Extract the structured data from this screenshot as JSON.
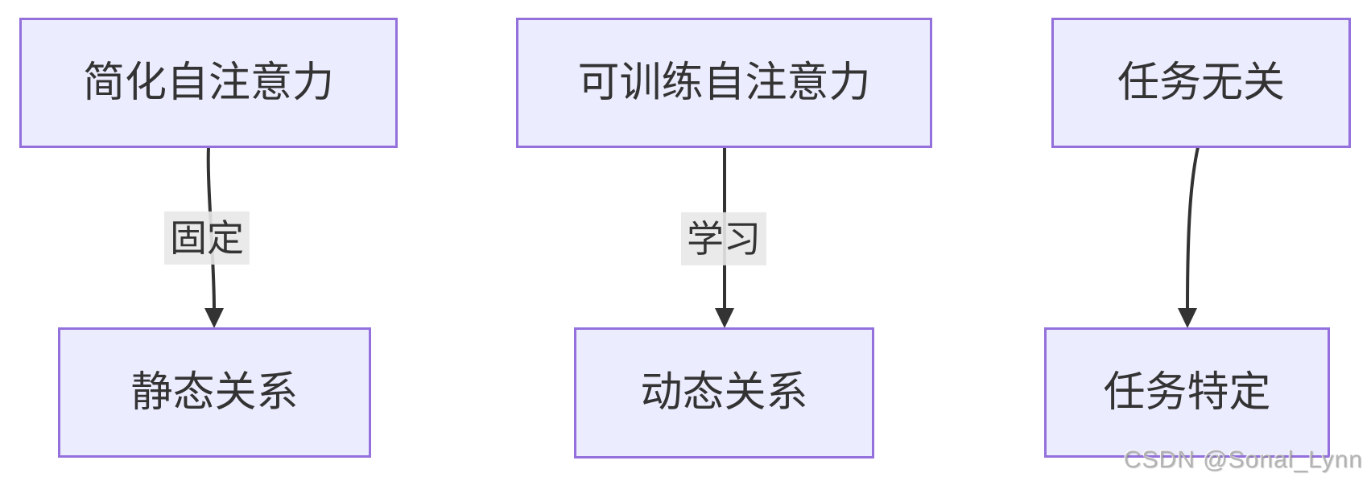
{
  "diagram": {
    "type": "flowchart",
    "background_color": "#ffffff",
    "node_fill_color": "#ECECFF",
    "node_border_color": "#9370DB",
    "edge_color": "#333333",
    "edge_label_background": "#e8e8e8",
    "text_color": "#333333",
    "columns": [
      {
        "top": {
          "label": "简化自注意力"
        },
        "edge": {
          "label": "固定"
        },
        "bottom": {
          "label": "静态关系"
        }
      },
      {
        "top": {
          "label": "可训练自注意力"
        },
        "edge": {
          "label": "学习"
        },
        "bottom": {
          "label": "动态关系"
        }
      },
      {
        "top": {
          "label": "任务无关"
        },
        "bottom": {
          "label": "任务特定"
        }
      }
    ]
  },
  "watermark": {
    "text": "CSDN @Sonal_Lynn"
  }
}
